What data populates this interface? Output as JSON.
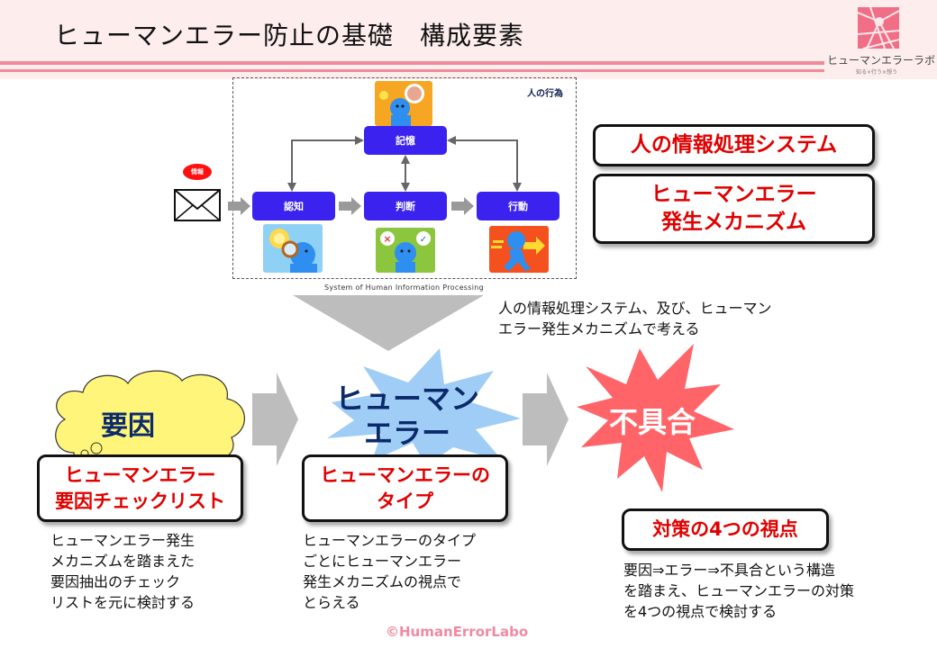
{
  "header": {
    "title": "ヒューマンエラー防止の基礎　構成要素",
    "logo": {
      "icon": "network-node-icon",
      "name": "ヒューマンエラーラボ",
      "tagline": "知る×行う×想う"
    }
  },
  "flow_diagram": {
    "frame_label": "人の行為",
    "input_badge": "情報",
    "input_icon": "envelope-icon",
    "nodes": [
      {
        "id": "memory",
        "label": "記憶",
        "icon": "brain-thinking-person-icon"
      },
      {
        "id": "recognition",
        "label": "認知",
        "icon": "magnifier-person-icon"
      },
      {
        "id": "judgment",
        "label": "判断",
        "icon": "cross-check-person-icon"
      },
      {
        "id": "action",
        "label": "行動",
        "icon": "running-person-icon"
      }
    ],
    "caption": "System of Human Information Processing"
  },
  "right_boxes": {
    "info_system": "人の情報処理システム",
    "mechanism_line1": "ヒューマンエラー",
    "mechanism_line2": "発生メカニズム"
  },
  "note": {
    "line1": "人の情報処理システム、及び、ヒューマン",
    "line2": "エラー発生メカニズムで考える"
  },
  "stages": [
    {
      "shape_label": "要因",
      "shape": "cloud",
      "shape_color": "#fff57a",
      "box_line1": "ヒューマンエラー",
      "box_line2": "要因チェックリスト",
      "desc": [
        "ヒューマンエラー発生",
        "メカニズムを踏まえた",
        "要因抽出のチェック",
        "リストを元に検討する"
      ]
    },
    {
      "shape_label_line1": "ヒューマン",
      "shape_label_line2": "エラー",
      "shape": "starburst",
      "shape_color": "#9fcdf5",
      "box_line1": "ヒューマンエラーの",
      "box_line2": "タイプ",
      "desc": [
        "ヒューマンエラーのタイプ",
        "ごとにヒューマンエラー",
        "発生メカニズムの視点で",
        "とらえる"
      ]
    },
    {
      "shape_label": "不具合",
      "shape": "starburst",
      "shape_color": "#ff6468",
      "box_line1": "対策の4つの視点",
      "desc": [
        "要因⇒エラー⇒不具合という構造",
        "を踏まえ、ヒューマンエラーの対策",
        "を4つの視点で検討する"
      ]
    }
  ],
  "colors": {
    "header_bg": "#fdeeed",
    "accent_pink": "#ee8a9a",
    "node_blue": "#3b22ee",
    "box_red_text": "#e00000",
    "arrow_gray": "#bdbdbd"
  },
  "footer": {
    "copyright": "©HumanErrorLabo"
  }
}
